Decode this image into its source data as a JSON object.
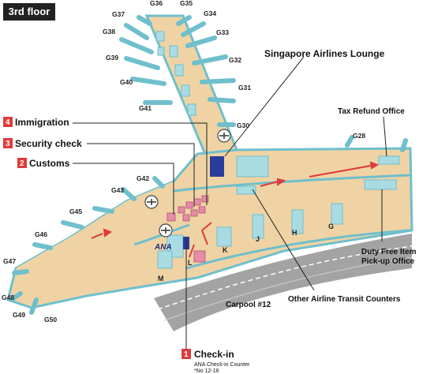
{
  "floor": "3rd floor",
  "gates": [
    "G36",
    "G35",
    "G37",
    "G34",
    "G38",
    "G33",
    "G39",
    "G32",
    "G40",
    "G31",
    "G41",
    "G30",
    "G42",
    "G43",
    "G45",
    "G46",
    "G47",
    "G48",
    "G49",
    "G50",
    "G28"
  ],
  "callouts": {
    "immigration": {
      "num": "4",
      "label": "Immigration"
    },
    "security": {
      "num": "3",
      "label": "Security check"
    },
    "customs": {
      "num": "2",
      "label": "Customs"
    },
    "checkin": {
      "num": "1",
      "label": "Check-in",
      "sub1": "ANA Check-in Counter",
      "sub2": "*No 12-16"
    }
  },
  "labels": {
    "singapore_lounge": "Singapore Airlines Lounge",
    "tax_refund": "Tax Refund Office",
    "duty_free_1": "Duty Free Item",
    "duty_free_2": "Pick-up Office",
    "transit_counters": "Other Airline Transit Counters",
    "carpool": "Carpool #12",
    "ana": "ANA"
  },
  "counters": [
    "M",
    "L",
    "K",
    "J",
    "H",
    "G"
  ],
  "colors": {
    "floor": "#efd3a4",
    "wall": "#6fbfcc",
    "road": "#9a9a9a",
    "accent": "#e03a3a",
    "lounge": "#2a3d9a",
    "security": "#e58ca8"
  }
}
